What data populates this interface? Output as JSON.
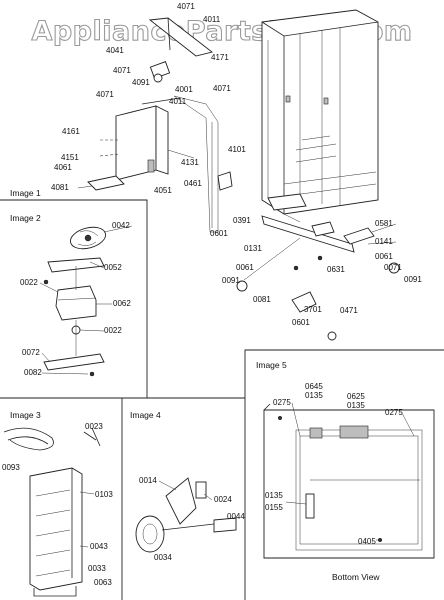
{
  "watermark": "AppliancePartsPros.com",
  "panels": {
    "image1": "Image 1",
    "image2": "Image 2",
    "image3": "Image 3",
    "image4": "Image 4",
    "image5": "Image 5",
    "bottom_view": "Bottom View"
  },
  "labels": {
    "top": [
      "4071",
      "4011",
      "4041",
      "4171",
      "4071",
      "4091",
      "4001",
      "4071",
      "4071",
      "4011",
      "4161",
      "4151",
      "4061",
      "4081",
      "4131",
      "4051",
      "4101",
      "0461",
      "0601",
      "0391"
    ],
    "base": [
      "0581",
      "0141",
      "0131",
      "0061",
      "0631",
      "0071",
      "0091",
      "0081",
      "3701",
      "0471",
      "0601",
      "0061",
      "0091"
    ],
    "image2": [
      "0042",
      "0052",
      "0022",
      "0062",
      "0022",
      "0072",
      "0082"
    ],
    "image3": [
      "0023",
      "0093",
      "0103",
      "0043",
      "0033",
      "0063"
    ],
    "image4": [
      "0014",
      "0024",
      "0044",
      "0034"
    ],
    "image5": [
      "0645",
      "0135",
      "0625",
      "0135",
      "0275",
      "0275",
      "0135",
      "0155",
      "0405"
    ]
  }
}
